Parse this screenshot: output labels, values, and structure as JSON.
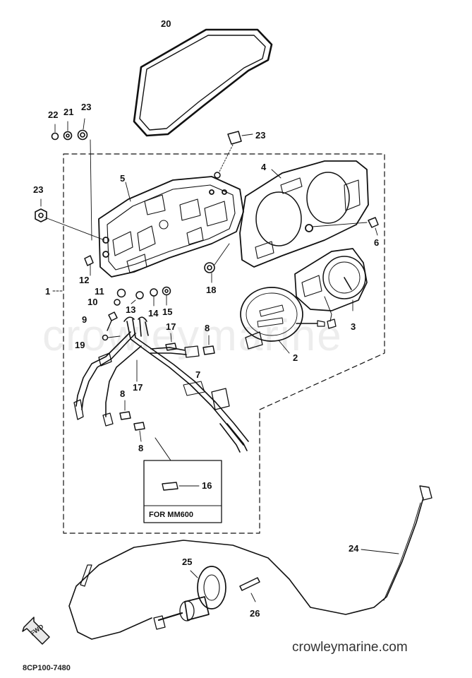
{
  "diagram": {
    "callouts": [
      "20",
      "22",
      "21",
      "23",
      "23",
      "23",
      "5",
      "4",
      "6",
      "1",
      "12",
      "11",
      "10",
      "13",
      "14",
      "15",
      "18",
      "9",
      "19",
      "17",
      "8",
      "3",
      "2",
      "7",
      "17",
      "8",
      "8",
      "16",
      "24",
      "25",
      "26"
    ],
    "box_caption": "FOR MM600",
    "fwd_marker": "FWD",
    "part_code": "8CP100-7480"
  },
  "watermark": "crowleymarine",
  "footer": {
    "url": "crowleymarine.com"
  },
  "colors": {
    "ink": "#111111",
    "background": "#ffffff"
  }
}
